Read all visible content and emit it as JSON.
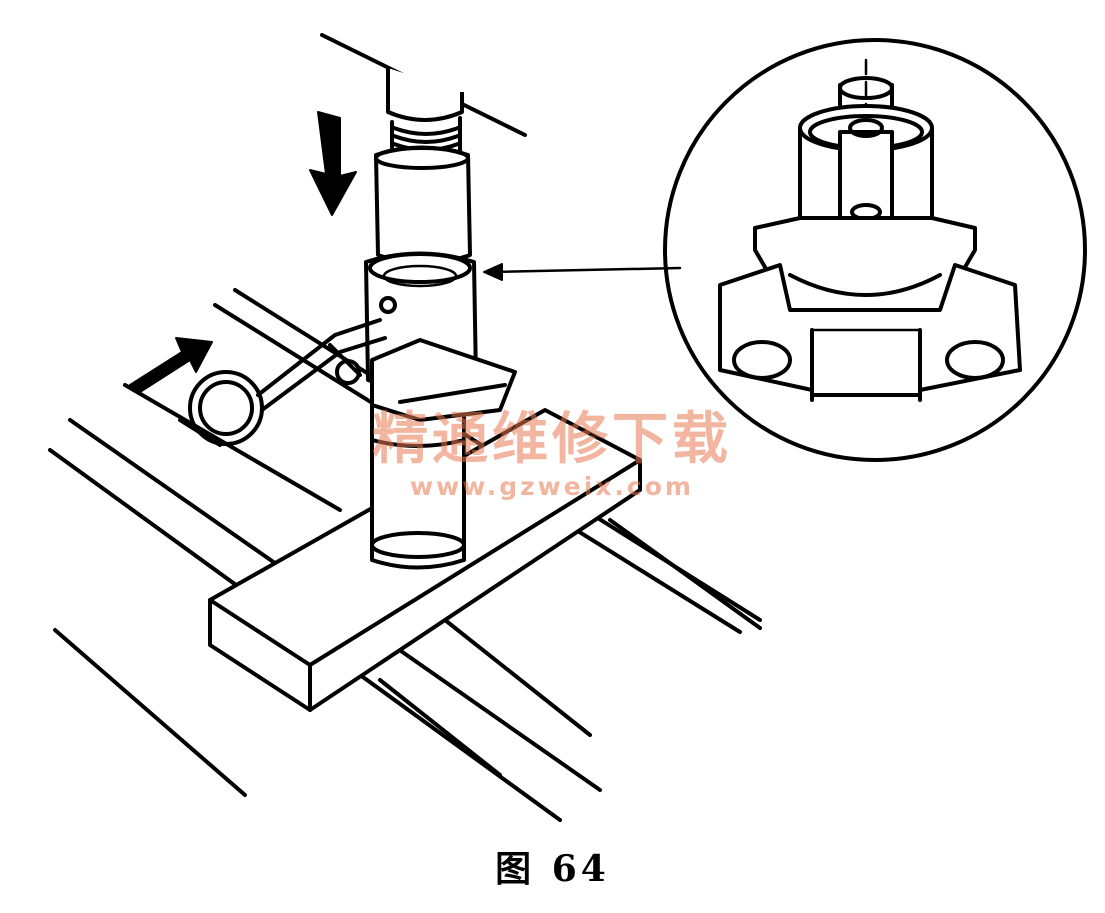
{
  "figure": {
    "caption": "图 64",
    "watermark": {
      "text_cn": "精通维修下载",
      "url": "www.gzweix.com"
    },
    "colors": {
      "ink": "#000000",
      "watermark": "#e87850",
      "background": "#ffffff"
    },
    "icons": [
      "arrow-down-icon",
      "arrow-up-right-icon",
      "leader-arrow-icon"
    ]
  }
}
